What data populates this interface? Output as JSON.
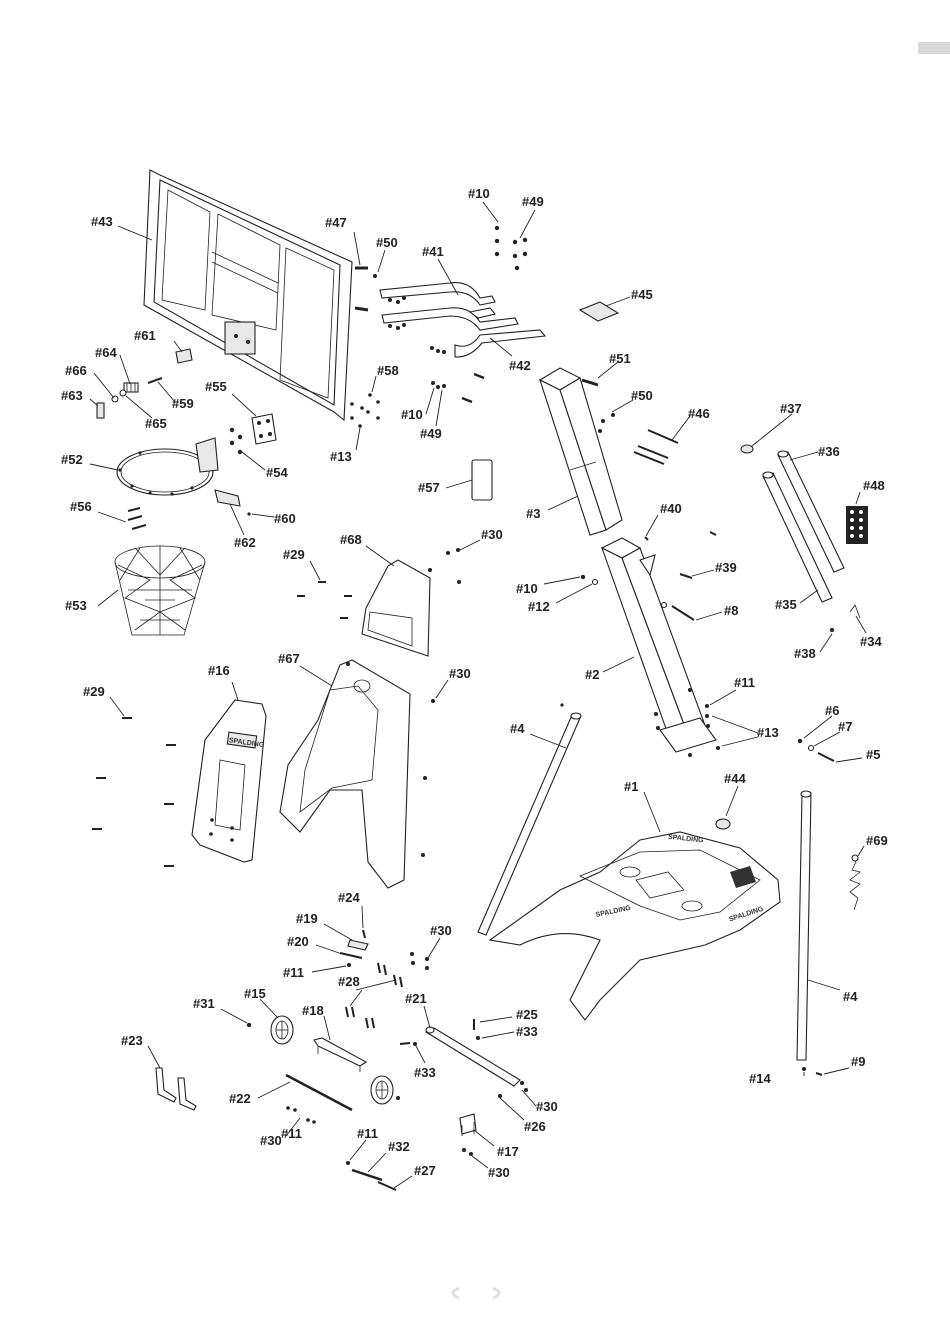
{
  "diagram": {
    "labels": [
      "#1",
      "#2",
      "#3",
      "#4",
      "#4",
      "#5",
      "#6",
      "#7",
      "#8",
      "#9",
      "#10",
      "#10",
      "#10",
      "#11",
      "#11",
      "#11",
      "#11",
      "#12",
      "#13",
      "#13",
      "#14",
      "#15",
      "#16",
      "#17",
      "#18",
      "#19",
      "#20",
      "#21",
      "#22",
      "#23",
      "#24",
      "#25",
      "#26",
      "#27",
      "#28",
      "#29",
      "#29",
      "#30",
      "#30",
      "#30",
      "#30",
      "#30",
      "#30",
      "#31",
      "#32",
      "#33",
      "#33",
      "#34",
      "#35",
      "#36",
      "#37",
      "#38",
      "#39",
      "#40",
      "#41",
      "#42",
      "#43",
      "#44",
      "#45",
      "#46",
      "#47",
      "#48",
      "#49",
      "#49",
      "#50",
      "#50",
      "#51",
      "#52",
      "#53",
      "#54",
      "#55",
      "#56",
      "#57",
      "#58",
      "#59",
      "#60",
      "#61",
      "#62",
      "#63",
      "#64",
      "#65",
      "#66",
      "#67",
      "#68",
      "#69"
    ],
    "brand_text": "SPALDING"
  }
}
